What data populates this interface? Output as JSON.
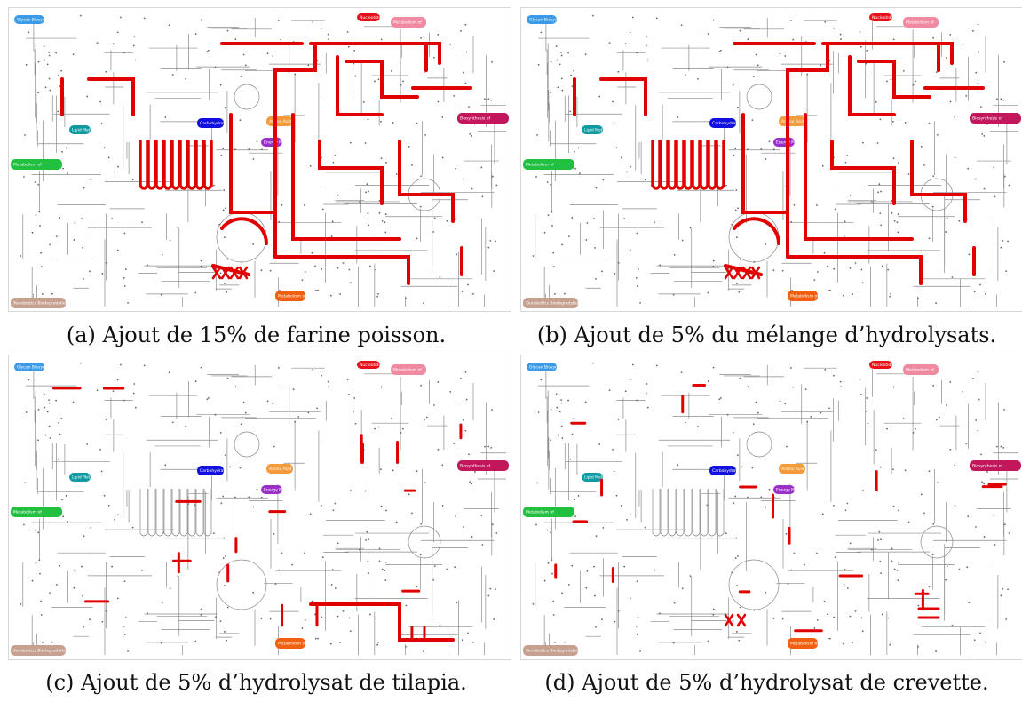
{
  "panels": [
    {
      "id": "a",
      "caption": "(a) Ajout de 15% de farine poisson.",
      "highlight": "heavy"
    },
    {
      "id": "b",
      "caption": "(b) Ajout de 5% du mélange d’hydrolysats.",
      "highlight": "heavy"
    },
    {
      "id": "c",
      "caption": "(c) Ajout de 5% d’hydrolysat de tilapia.",
      "highlight": "light"
    },
    {
      "id": "d",
      "caption": "(d) Ajout de 5% d’hydrolysat de crevette.",
      "highlight": "light"
    }
  ],
  "map_labels": [
    {
      "text": "Glycan Biosynthesis and Metabolism",
      "color": "#3b9be8"
    },
    {
      "text": "Nucleotide Metabolism",
      "color": "#e8101a"
    },
    {
      "text": "Metabolism of Cofactors and Vitamins",
      "color": "#f08aa0"
    },
    {
      "text": "Biosynthesis of Other Secondary Metabolites",
      "color": "#c2185b"
    },
    {
      "text": "Carbohydrate Metabolism",
      "color": "#1010e0"
    },
    {
      "text": "Amino Acid Metabolism",
      "color": "#f59a3a"
    },
    {
      "text": "Energy Metabolism",
      "color": "#9a30c8"
    },
    {
      "text": "Lipid Metabolism",
      "color": "#0e9aa0"
    },
    {
      "text": "Metabolism of Terpenoids and Polyketides",
      "color": "#22c040"
    },
    {
      "text": "Metabolism of Other Amino Acids",
      "color": "#f06010"
    },
    {
      "text": "Xenobiotics Biodegradation and Metabolism",
      "color": "#c8a090"
    }
  ],
  "colors": {
    "pathway": "#8a8a8a",
    "highlight": "#e00000"
  }
}
